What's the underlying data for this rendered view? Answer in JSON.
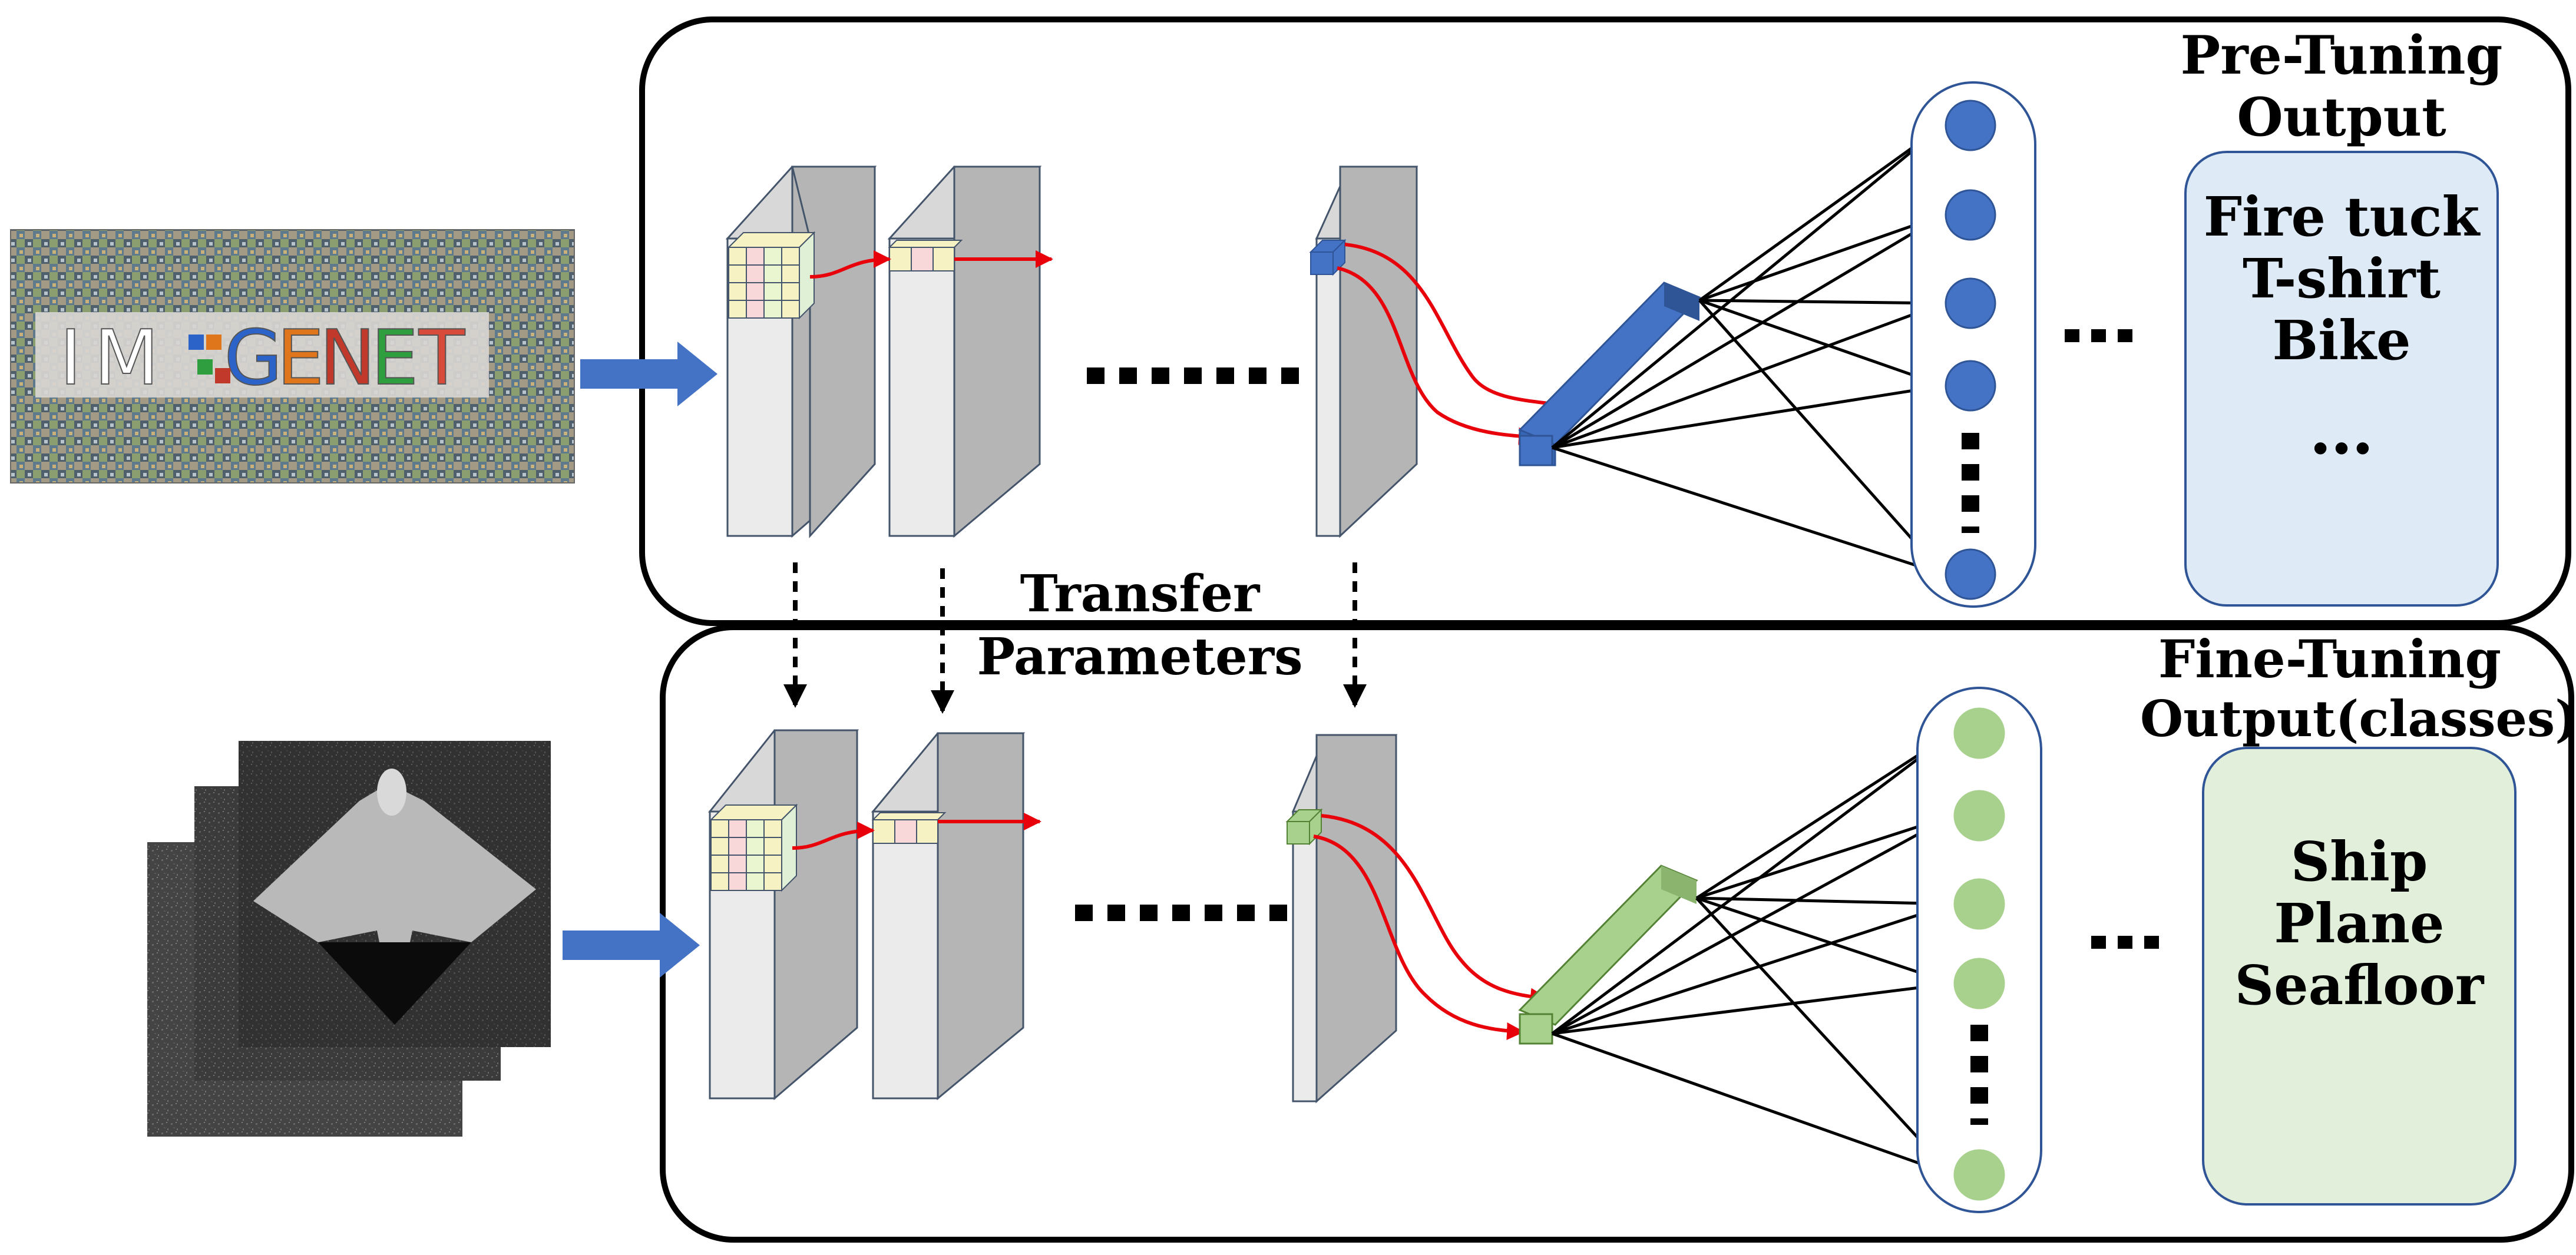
{
  "pretuning": {
    "title_line1": "Pre-Tuning",
    "title_line2": "Output",
    "classes": [
      "Fire tuck",
      "T-shirt",
      "Bike"
    ],
    "more": "…"
  },
  "finetuning": {
    "title_line1": "Fine-Tuning",
    "title_line2": "Output(classes)",
    "classes": [
      "Ship",
      "Plane",
      "Seafloor"
    ]
  },
  "transfer": {
    "line1": "Transfer",
    "line2": "Parameters"
  },
  "imagenet": {
    "letters": [
      "I",
      "M",
      "G",
      "E",
      "N",
      "E",
      "T"
    ],
    "colors": [
      "#ffffff",
      "#ffffff",
      "#2b63c9",
      "#e0761c",
      "#c0392b",
      "#2e9e3f",
      "#d84a3a"
    ]
  },
  "colors": {
    "pretuning_node": "#4472C4",
    "finetuning_node": "#A9D18E",
    "pretuning_box": "#DEEBF7",
    "finetuning_box": "#E2EFDA",
    "arrow_blue": "#4472C4",
    "red_arrow": "#E8000B"
  }
}
